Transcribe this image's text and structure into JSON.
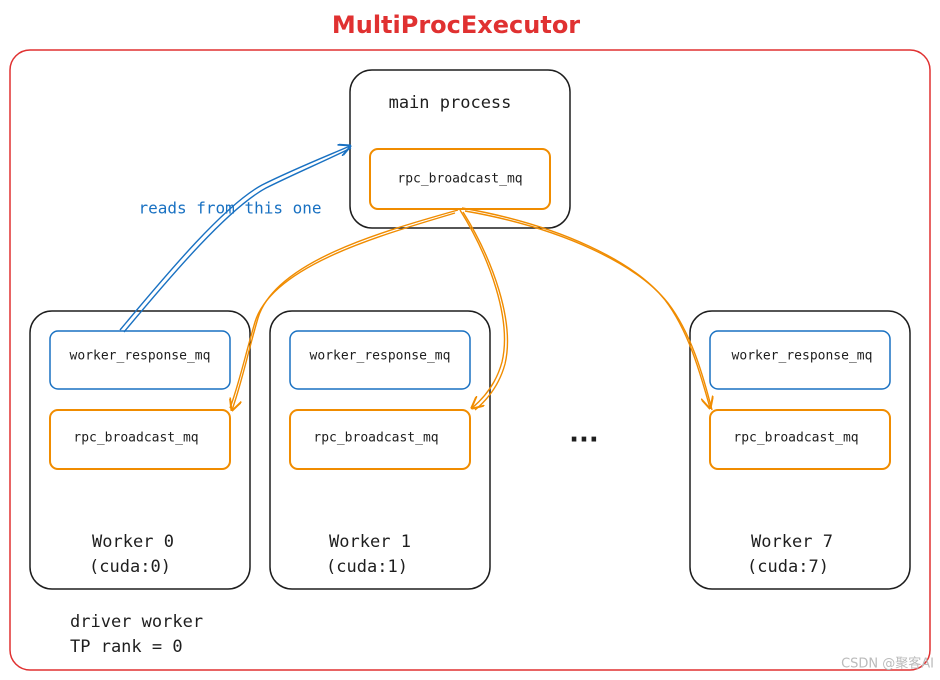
{
  "title": "MultiProcExecutor",
  "main_process": {
    "label": "main process",
    "queue": "rpc_broadcast_mq"
  },
  "annotation": "reads from this one",
  "workers": [
    {
      "name": "Worker 0",
      "device": "(cuda:0)",
      "response_queue": "worker_response_mq",
      "broadcast_queue": "rpc_broadcast_mq"
    },
    {
      "name": "Worker 1",
      "device": "(cuda:1)",
      "response_queue": "worker_response_mq",
      "broadcast_queue": "rpc_broadcast_mq"
    },
    {
      "name": "Worker 7",
      "device": "(cuda:7)",
      "response_queue": "worker_response_mq",
      "broadcast_queue": "rpc_broadcast_mq"
    }
  ],
  "ellipsis": "...",
  "driver_note": {
    "line1": "driver worker",
    "line2": "TP rank = 0"
  },
  "watermark": "CSDN @聚客AI",
  "colors": {
    "frame": "#e03131",
    "box": "#1e1e1e",
    "orange": "#f08c00",
    "blue": "#1971c2",
    "watermark": "#bbbbbb"
  }
}
